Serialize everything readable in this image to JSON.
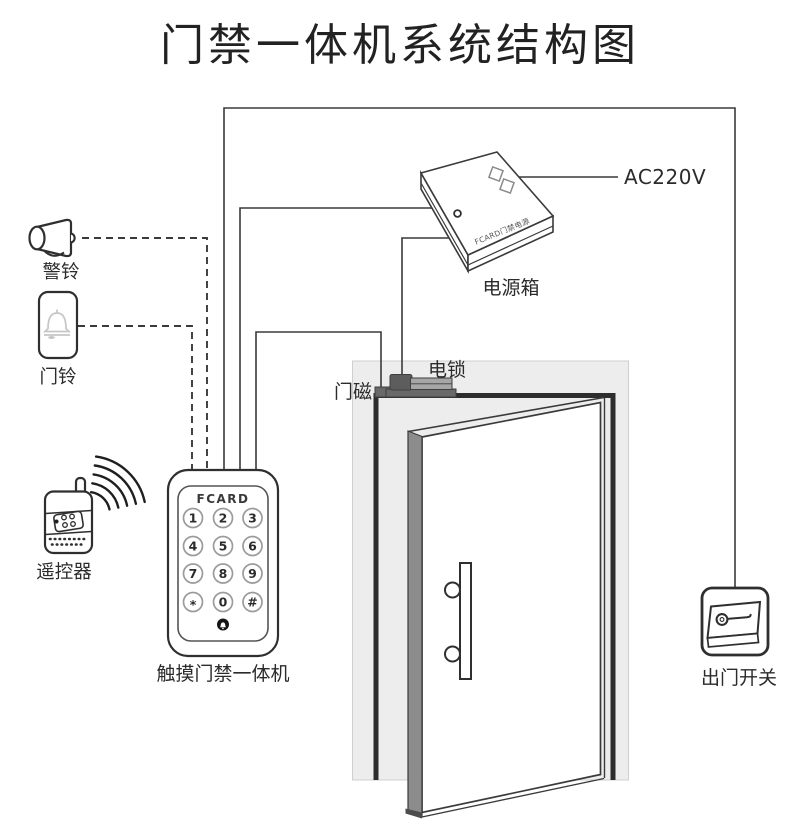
{
  "title": "门禁一体机系统结构图",
  "power_box": {
    "label": "电源箱",
    "device_text": "FCARD门禁电源",
    "power_label": "AC220V"
  },
  "alarm_bell": {
    "label": "警铃"
  },
  "door_bell": {
    "label": "门铃"
  },
  "remote": {
    "label": "遥控器"
  },
  "keypad": {
    "brand": "FCARD",
    "label": "触摸门禁一体机",
    "keys": [
      "1",
      "2",
      "3",
      "4",
      "5",
      "6",
      "7",
      "8",
      "9",
      "*",
      "0",
      "#"
    ]
  },
  "door": {
    "magnet_label": "门磁",
    "lock_label": "电锁"
  },
  "exit_switch": {
    "label": "出门开关"
  },
  "icons": [
    "horn-icon",
    "doorbell-bell-icon",
    "remote-control-icon",
    "wireless-waves-icon",
    "keypad-bell-icon",
    "rocker-switch-icon"
  ],
  "colors": {
    "line": "#3a3a3a",
    "text": "#2b2b2b",
    "wall": "#ededed",
    "frame": "#2d2d2d",
    "door_edge": "#8c8c8c",
    "lock_dark": "#5d5d5d",
    "lock_mid": "#a6a6a6",
    "lock_base": "#696969",
    "bell_icon": "#c6c6c6"
  }
}
